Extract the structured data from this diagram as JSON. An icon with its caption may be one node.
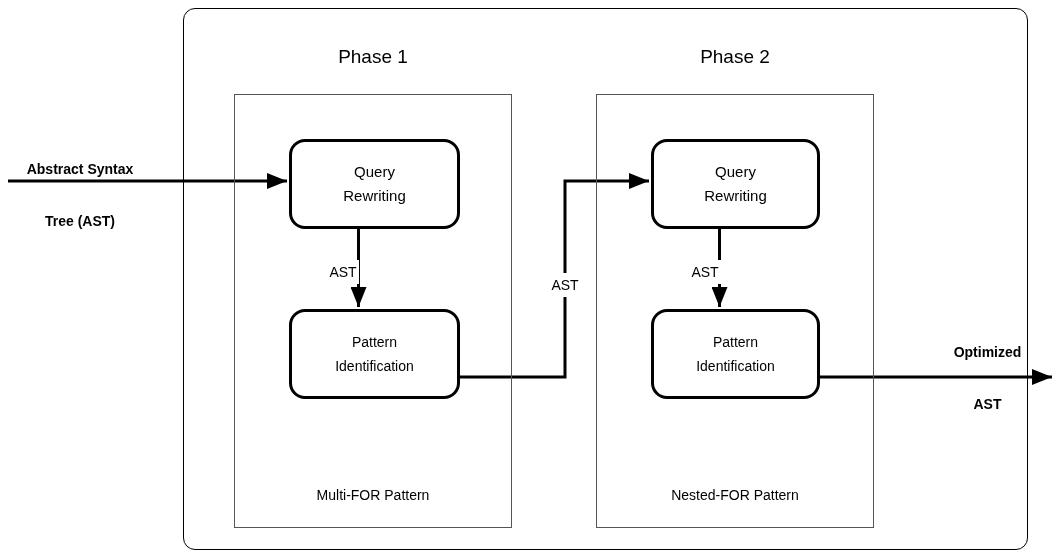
{
  "diagram": {
    "nodes": [
      {
        "text": [],
        "shape": "box"
      },
      {
        "text": [
          "Phase 1",
          "Multi-FOR Pattern"
        ],
        "in": 0
      },
      {
        "text": [
          "Query Rewriting"
        ],
        "in": 1
      },
      {
        "text": [
          "Pattern Identification"
        ],
        "in": 1
      },
      {
        "text": [
          "Phase 2",
          "Nested-FOR Pattern"
        ],
        "in": 0
      },
      {
        "text": [
          "Query Rewriting"
        ],
        "in": 4
      },
      {
        "text": [
          "Pattern Identification"
        ],
        "in": 4
      }
    ],
    "edges": [
      {
        "from": null,
        "to": 2,
        "arrow": "to",
        "label": "Abstract Syntax Tree (AST)"
      },
      {
        "from": 2,
        "to": 3,
        "arrow": "to",
        "label": "AST"
      },
      {
        "from": 3,
        "to": 5,
        "arrow": "to",
        "label": "AST"
      },
      {
        "from": 5,
        "to": 6,
        "arrow": "to",
        "label": "AST"
      },
      {
        "from": 6,
        "to": null,
        "arrow": "to",
        "label": "Optimized AST"
      }
    ]
  }
}
